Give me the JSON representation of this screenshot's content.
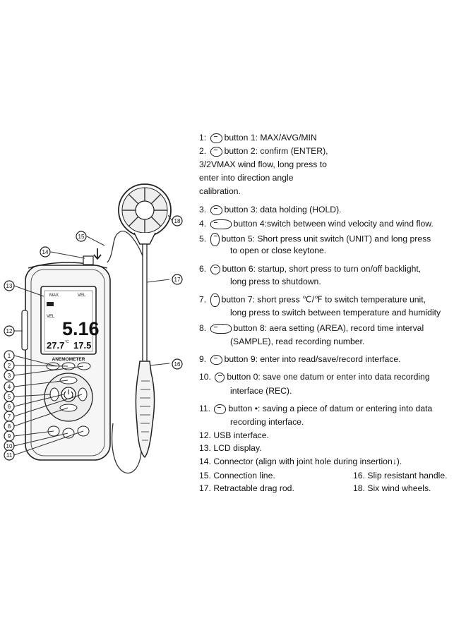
{
  "callouts": [
    "1",
    "2",
    "3",
    "4",
    "5",
    "6",
    "7",
    "8",
    "9",
    "10",
    "11",
    "12",
    "13",
    "14",
    "15",
    "16",
    "17",
    "18"
  ],
  "device": {
    "label": "ANEMOMETER",
    "lcd_main": "5.16",
    "lcd_left": "27.7",
    "lcd_left_unit": "°C",
    "lcd_right": "17.5",
    "lcd_top_left": "MAX",
    "lcd_top_right": "VEL",
    "lcd_vel": "VEL"
  },
  "legend": [
    {
      "num": "1:",
      "icon": "max-avg-min-button-icon",
      "text": "button 1: MAX/AVG/MIN"
    },
    {
      "num": "2.",
      "icon": "enter-button-icon",
      "text": "button 2: confirm (ENTER),"
    },
    {
      "num": "",
      "icon": "",
      "text": "3/2VMAX wind flow, long press to"
    },
    {
      "num": "",
      "icon": "",
      "text": "enter into direction angle"
    },
    {
      "num": "",
      "icon": "",
      "text": "calibration."
    },
    {
      "num": "3.",
      "icon": "hold-button-icon",
      "text": "button 3: data holding (HOLD)."
    },
    {
      "num": "4.",
      "icon": "vel-flow-button-icon",
      "text": "button 4:switch between wind velocity and wind flow."
    },
    {
      "num": "5.",
      "icon": "unit-button-icon",
      "text": "button 5: Short press unit switch (UNIT) and long press"
    },
    {
      "num": "",
      "icon": "",
      "text": "to open or close keytone."
    },
    {
      "num": "6.",
      "icon": "power-button-icon",
      "text": "button 6: startup, short press to turn on/off backlight,"
    },
    {
      "num": "",
      "icon": "",
      "text": "long press to shutdown."
    },
    {
      "num": "7.",
      "icon": "temp-unit-button-icon",
      "text": "button 7: short press ℃/℉ to switch temperature unit,"
    },
    {
      "num": "",
      "icon": "",
      "text": "long press to switch between temperature and humidity"
    },
    {
      "num": "8.",
      "icon": "area-sample-button-icon",
      "text": "button 8: aera setting (AREA), record time interval"
    },
    {
      "num": "",
      "icon": "",
      "text": "(SAMPLE), read recording number."
    },
    {
      "num": "9.",
      "icon": "read-button-icon",
      "text": "button 9: enter into read/save/record interface."
    },
    {
      "num": "10.",
      "icon": "rec-button-icon",
      "text": "button 0: save one datum or enter into data recording"
    },
    {
      "num": "",
      "icon": "",
      "text": "interface (REC)."
    },
    {
      "num": "11.",
      "icon": "dot-button-icon",
      "text": "button •: saving a piece of datum or entering into data"
    },
    {
      "num": "",
      "icon": "",
      "text": "recording interface."
    },
    {
      "num": "12.",
      "icon": "",
      "text": "USB interface."
    },
    {
      "num": "13.",
      "icon": "",
      "text": "LCD display."
    },
    {
      "num": "14.",
      "icon": "",
      "text": "Connector (align with joint hole during insertion↓)."
    },
    {
      "num": "15.",
      "icon": "",
      "text": "Connection line."
    },
    {
      "num": "16.",
      "icon": "",
      "text": "Slip resistant handle."
    },
    {
      "num": "17.",
      "icon": "",
      "text": "Retractable drag rod."
    },
    {
      "num": "18.",
      "icon": "",
      "text": "Six wind wheels."
    }
  ]
}
